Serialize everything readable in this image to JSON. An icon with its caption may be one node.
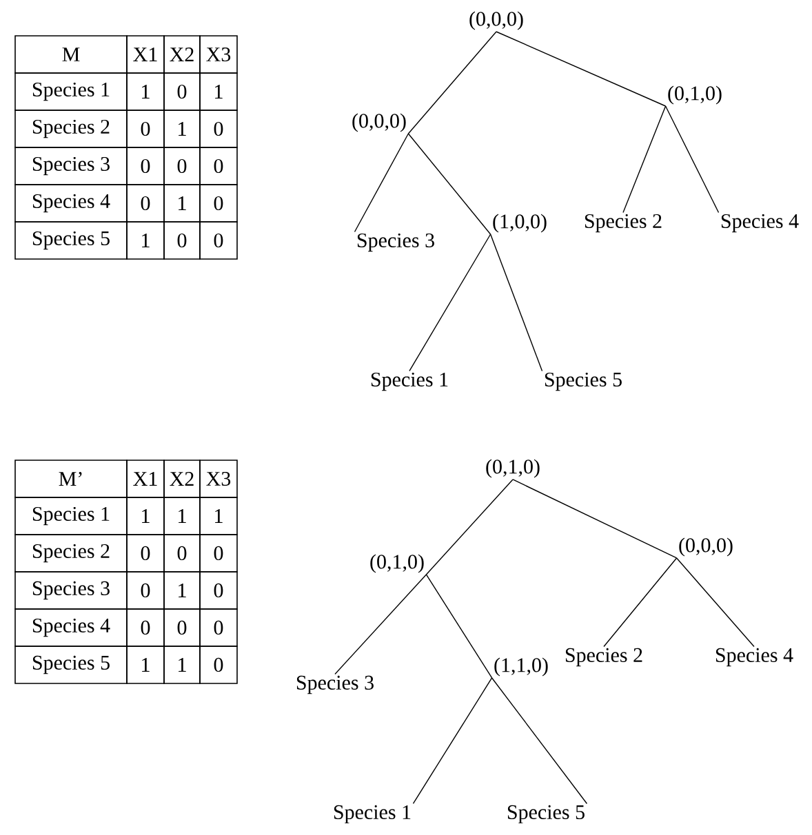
{
  "diagram": {
    "nodes": [
      {
        "text": [
          "(0,0,0)"
        ]
      },
      {
        "text": [
          "(0,0,0)"
        ]
      },
      {
        "text": [
          "(0,1,0)"
        ]
      },
      {
        "text": [
          "Species 3"
        ]
      },
      {
        "text": [
          "(1,0,0)"
        ]
      },
      {
        "text": [
          "Species 2"
        ]
      },
      {
        "text": [
          "Species 4"
        ]
      },
      {
        "text": [
          "Species 1"
        ]
      },
      {
        "text": [
          "Species 5"
        ]
      },
      {
        "text": [
          "(0,1,0)"
        ]
      },
      {
        "text": [
          "(0,1,0)"
        ]
      },
      {
        "text": [
          "(0,0,0)"
        ]
      },
      {
        "text": [
          "Species 3"
        ]
      },
      {
        "text": [
          "(1,1,0)"
        ]
      },
      {
        "text": [
          "Species 2"
        ]
      },
      {
        "text": [
          "Species 4"
        ]
      },
      {
        "text": [
          "Species 1"
        ]
      },
      {
        "text": [
          "Species 5"
        ]
      }
    ],
    "edges": [
      {
        "from": 0,
        "to": 1,
        "arrow": "none"
      },
      {
        "from": 0,
        "to": 2,
        "arrow": "none"
      },
      {
        "from": 1,
        "to": 3,
        "arrow": "none"
      },
      {
        "from": 1,
        "to": 4,
        "arrow": "none"
      },
      {
        "from": 2,
        "to": 5,
        "arrow": "none"
      },
      {
        "from": 2,
        "to": 6,
        "arrow": "none"
      },
      {
        "from": 4,
        "to": 7,
        "arrow": "none"
      },
      {
        "from": 4,
        "to": 8,
        "arrow": "none"
      },
      {
        "from": 9,
        "to": 10,
        "arrow": "none"
      },
      {
        "from": 9,
        "to": 11,
        "arrow": "none"
      },
      {
        "from": 10,
        "to": 12,
        "arrow": "none"
      },
      {
        "from": 10,
        "to": 13,
        "arrow": "none"
      },
      {
        "from": 11,
        "to": 14,
        "arrow": "none"
      },
      {
        "from": 11,
        "to": 15,
        "arrow": "none"
      },
      {
        "from": 13,
        "to": 16,
        "arrow": "none"
      },
      {
        "from": 13,
        "to": 17,
        "arrow": "none"
      }
    ],
    "labels": [
      "M",
      "X1",
      "X2",
      "X3",
      "Species 1",
      "1",
      "0",
      "1",
      "Species 2",
      "0",
      "1",
      "0",
      "Species 3",
      "0",
      "0",
      "0",
      "Species 4",
      "0",
      "1",
      "0",
      "Species 5",
      "1",
      "0",
      "0",
      "M’",
      "X1",
      "X2",
      "X3",
      "Species 1",
      "1",
      "1",
      "1",
      "Species 2",
      "0",
      "0",
      "0",
      "Species 3",
      "0",
      "1",
      "0",
      "Species 4",
      "0",
      "0",
      "0",
      "Species 5",
      "1",
      "1",
      "0"
    ]
  }
}
